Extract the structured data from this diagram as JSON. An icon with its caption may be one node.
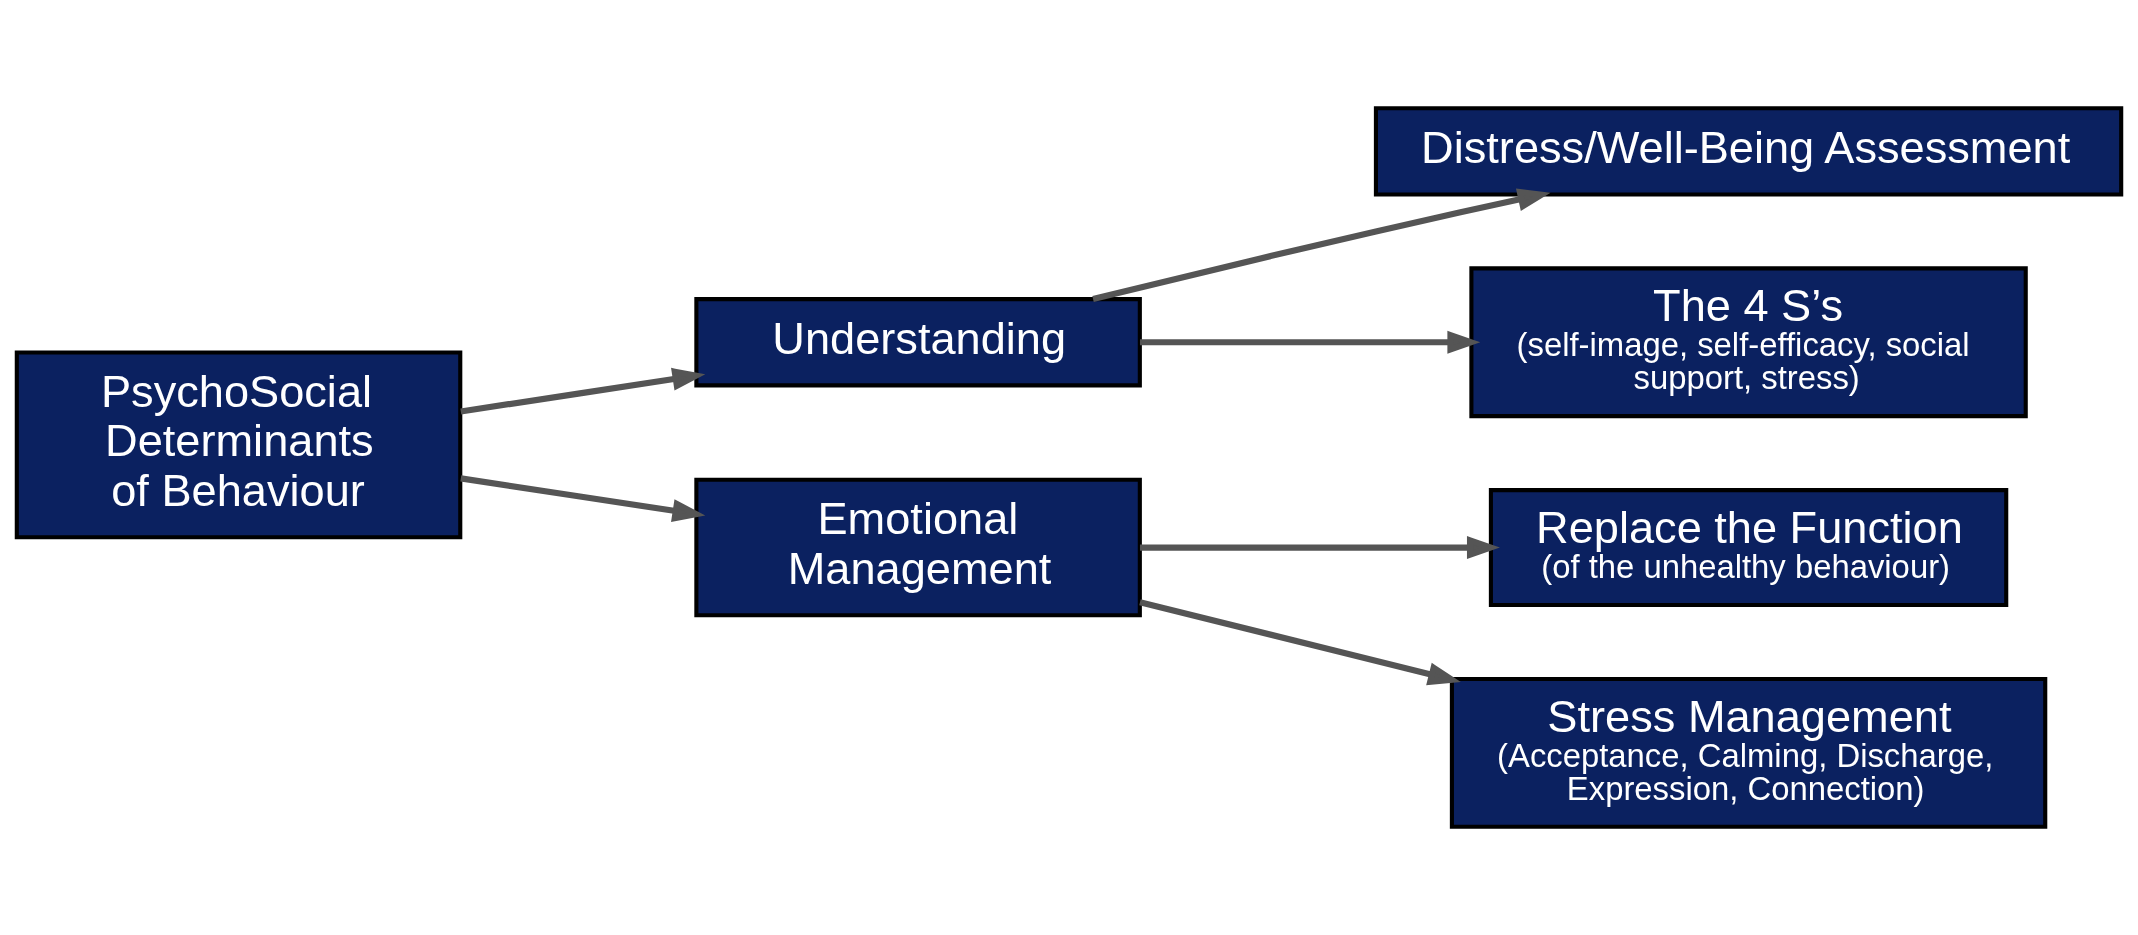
{
  "diagram": {
    "nodes": [
      {
        "text": [
          "PsychoSocial Determinants of Behaviour"
        ]
      },
      {
        "text": [
          "Understanding"
        ]
      },
      {
        "text": [
          "Distress/Well-Being Assessment"
        ]
      },
      {
        "text": [
          "The 4 S’s",
          "(self-image, self-efficacy, social support, stress)"
        ]
      },
      {
        "text": [
          "Emotional Management"
        ]
      },
      {
        "text": [
          "Replace the Function",
          "(of the unhealthy behaviour)"
        ]
      },
      {
        "text": [
          "Stress Management",
          "(Acceptance, Calming, Discharge, Expression, Connection)"
        ]
      }
    ],
    "edges": [
      {
        "from": 0,
        "to": 1,
        "arrow": "to"
      },
      {
        "from": 0,
        "to": 4,
        "arrow": "to"
      },
      {
        "from": 1,
        "to": 2,
        "arrow": "to"
      },
      {
        "from": 1,
        "to": 3,
        "arrow": "to"
      },
      {
        "from": 4,
        "to": 5,
        "arrow": "to"
      },
      {
        "from": 4,
        "to": 6,
        "arrow": "to"
      }
    ]
  }
}
